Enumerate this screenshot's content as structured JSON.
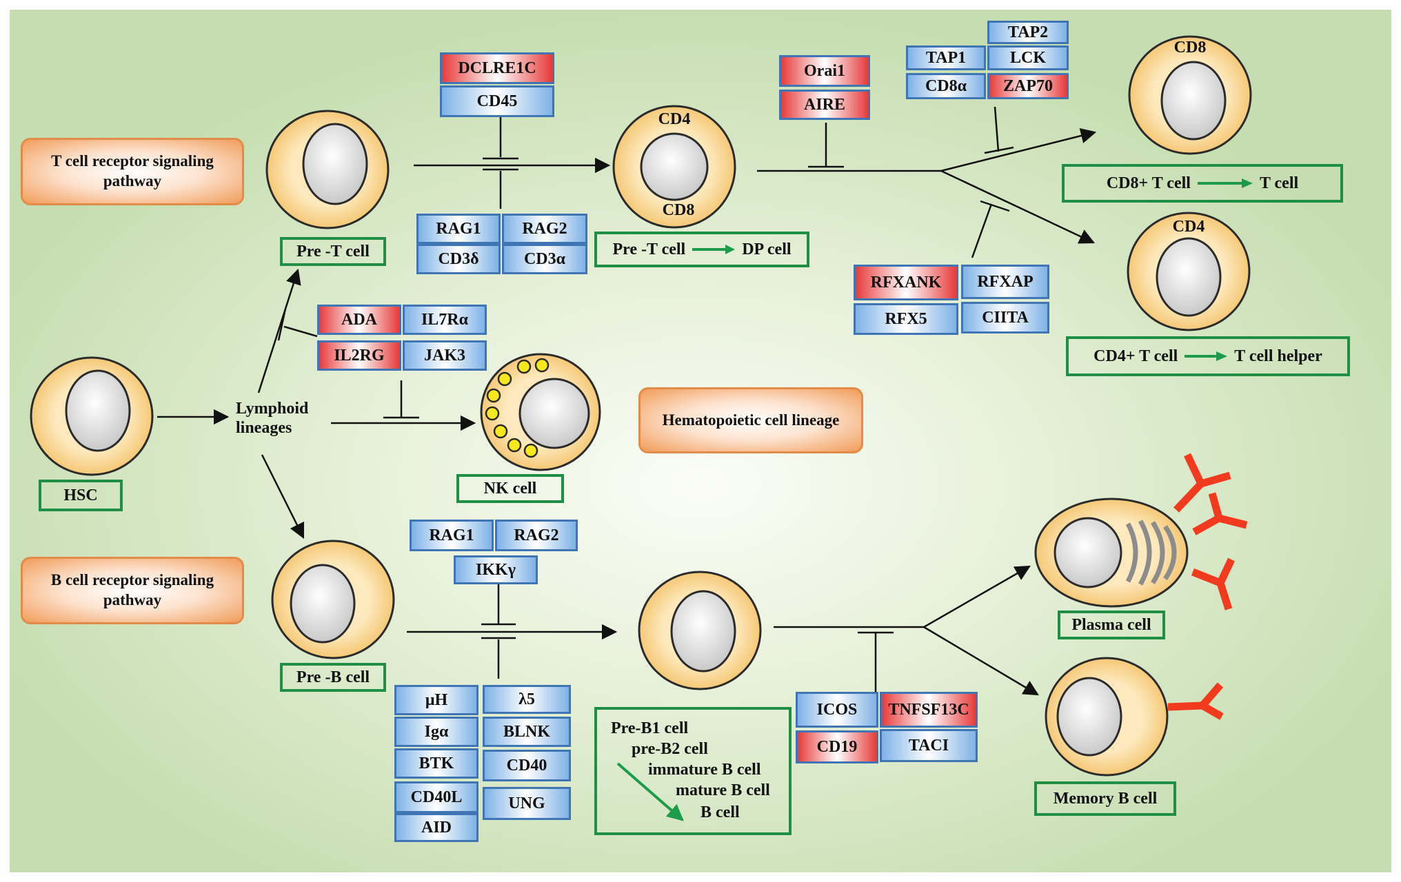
{
  "title": "Hematopoietic cell lineage",
  "pathways": {
    "tcr": "T cell receptor signaling\npathway",
    "bcr": "B cell receptor signaling\npathway"
  },
  "cells": {
    "hsc": "HSC",
    "lymphoid": "Lymphoid\nlineages",
    "pre_t": "Pre -T cell",
    "pre_b": "Pre -B cell",
    "nk": "NK cell",
    "dp_marker_top": "CD4",
    "dp_marker_bottom": "CD8",
    "cd8_marker": "CD8",
    "cd4_marker": "CD4",
    "plasma": "Plasma cell",
    "memory_b": "Memory B cell"
  },
  "transitions": {
    "pre_t_from": "Pre -T cell",
    "pre_t_to": "DP cell",
    "cd8_from": "CD8+ T cell",
    "cd8_to": "T cell",
    "cd4_from": "CD4+ T cell",
    "cd4_to": "T cell helper"
  },
  "b_stages": [
    "Pre-B1 cell",
    "pre-B2 cell",
    "immature B cell",
    "mature B cell",
    "B cell"
  ],
  "genes": {
    "g1": {
      "text": "DCLRE1C",
      "color": "red"
    },
    "g2": {
      "text": "CD45",
      "color": "blue"
    },
    "g3": {
      "text": "RAG1",
      "color": "blue"
    },
    "g4": {
      "text": "RAG2",
      "color": "blue"
    },
    "g5": {
      "text": "CD3δ",
      "color": "blue"
    },
    "g6": {
      "text": "CD3α",
      "color": "blue"
    },
    "g7": {
      "text": "Orai1",
      "color": "red"
    },
    "g8": {
      "text": "AIRE",
      "color": "red"
    },
    "g9": {
      "text": "TAP2",
      "color": "blue"
    },
    "g10": {
      "text": "TAP1",
      "color": "blue"
    },
    "g11": {
      "text": "LCK",
      "color": "blue"
    },
    "g12": {
      "text": "CD8α",
      "color": "blue"
    },
    "g13": {
      "text": "ZAP70",
      "color": "red"
    },
    "g14": {
      "text": "RFXANK",
      "color": "red"
    },
    "g15": {
      "text": "RFXAP",
      "color": "blue"
    },
    "g16": {
      "text": "RFX5",
      "color": "blue"
    },
    "g17": {
      "text": "CIITA",
      "color": "blue"
    },
    "g18": {
      "text": "ADA",
      "color": "red"
    },
    "g19": {
      "text": "IL7Rα",
      "color": "blue"
    },
    "g20": {
      "text": "IL2RG",
      "color": "red"
    },
    "g21": {
      "text": "JAK3",
      "color": "blue"
    },
    "g22": {
      "text": "RAG1",
      "color": "blue"
    },
    "g23": {
      "text": "RAG2",
      "color": "blue"
    },
    "g24": {
      "text": "IKKγ",
      "color": "blue"
    },
    "g25": {
      "text": "μH",
      "color": "blue"
    },
    "g26": {
      "text": "λ5",
      "color": "blue"
    },
    "g27": {
      "text": "Igα",
      "color": "blue"
    },
    "g28": {
      "text": "BLNK",
      "color": "blue"
    },
    "g29": {
      "text": "BTK",
      "color": "blue"
    },
    "g30": {
      "text": "CD40",
      "color": "blue"
    },
    "g31": {
      "text": "CD40L",
      "color": "blue"
    },
    "g32": {
      "text": "UNG",
      "color": "blue"
    },
    "g33": {
      "text": "AID",
      "color": "blue"
    },
    "g34": {
      "text": "ICOS",
      "color": "blue"
    },
    "g35": {
      "text": "TNFSF13C",
      "color": "red"
    },
    "g36": {
      "text": "CD19",
      "color": "red"
    },
    "g37": {
      "text": "TACI",
      "color": "blue"
    }
  },
  "colors": {
    "cell_fill": "#fde3a8",
    "cell_edge": "#2b2b2b",
    "nucleus": "#dcdcdc",
    "gene_border": "#3f75b5",
    "gene_blue": "#7fb2e6",
    "gene_red": "#e73b3b",
    "label_border": "#1e8f45",
    "green_arrow": "#1e9b4a",
    "antibody": "#f23a1e",
    "granule": "#f7e81e",
    "pathway_box": "#f19c5a"
  }
}
